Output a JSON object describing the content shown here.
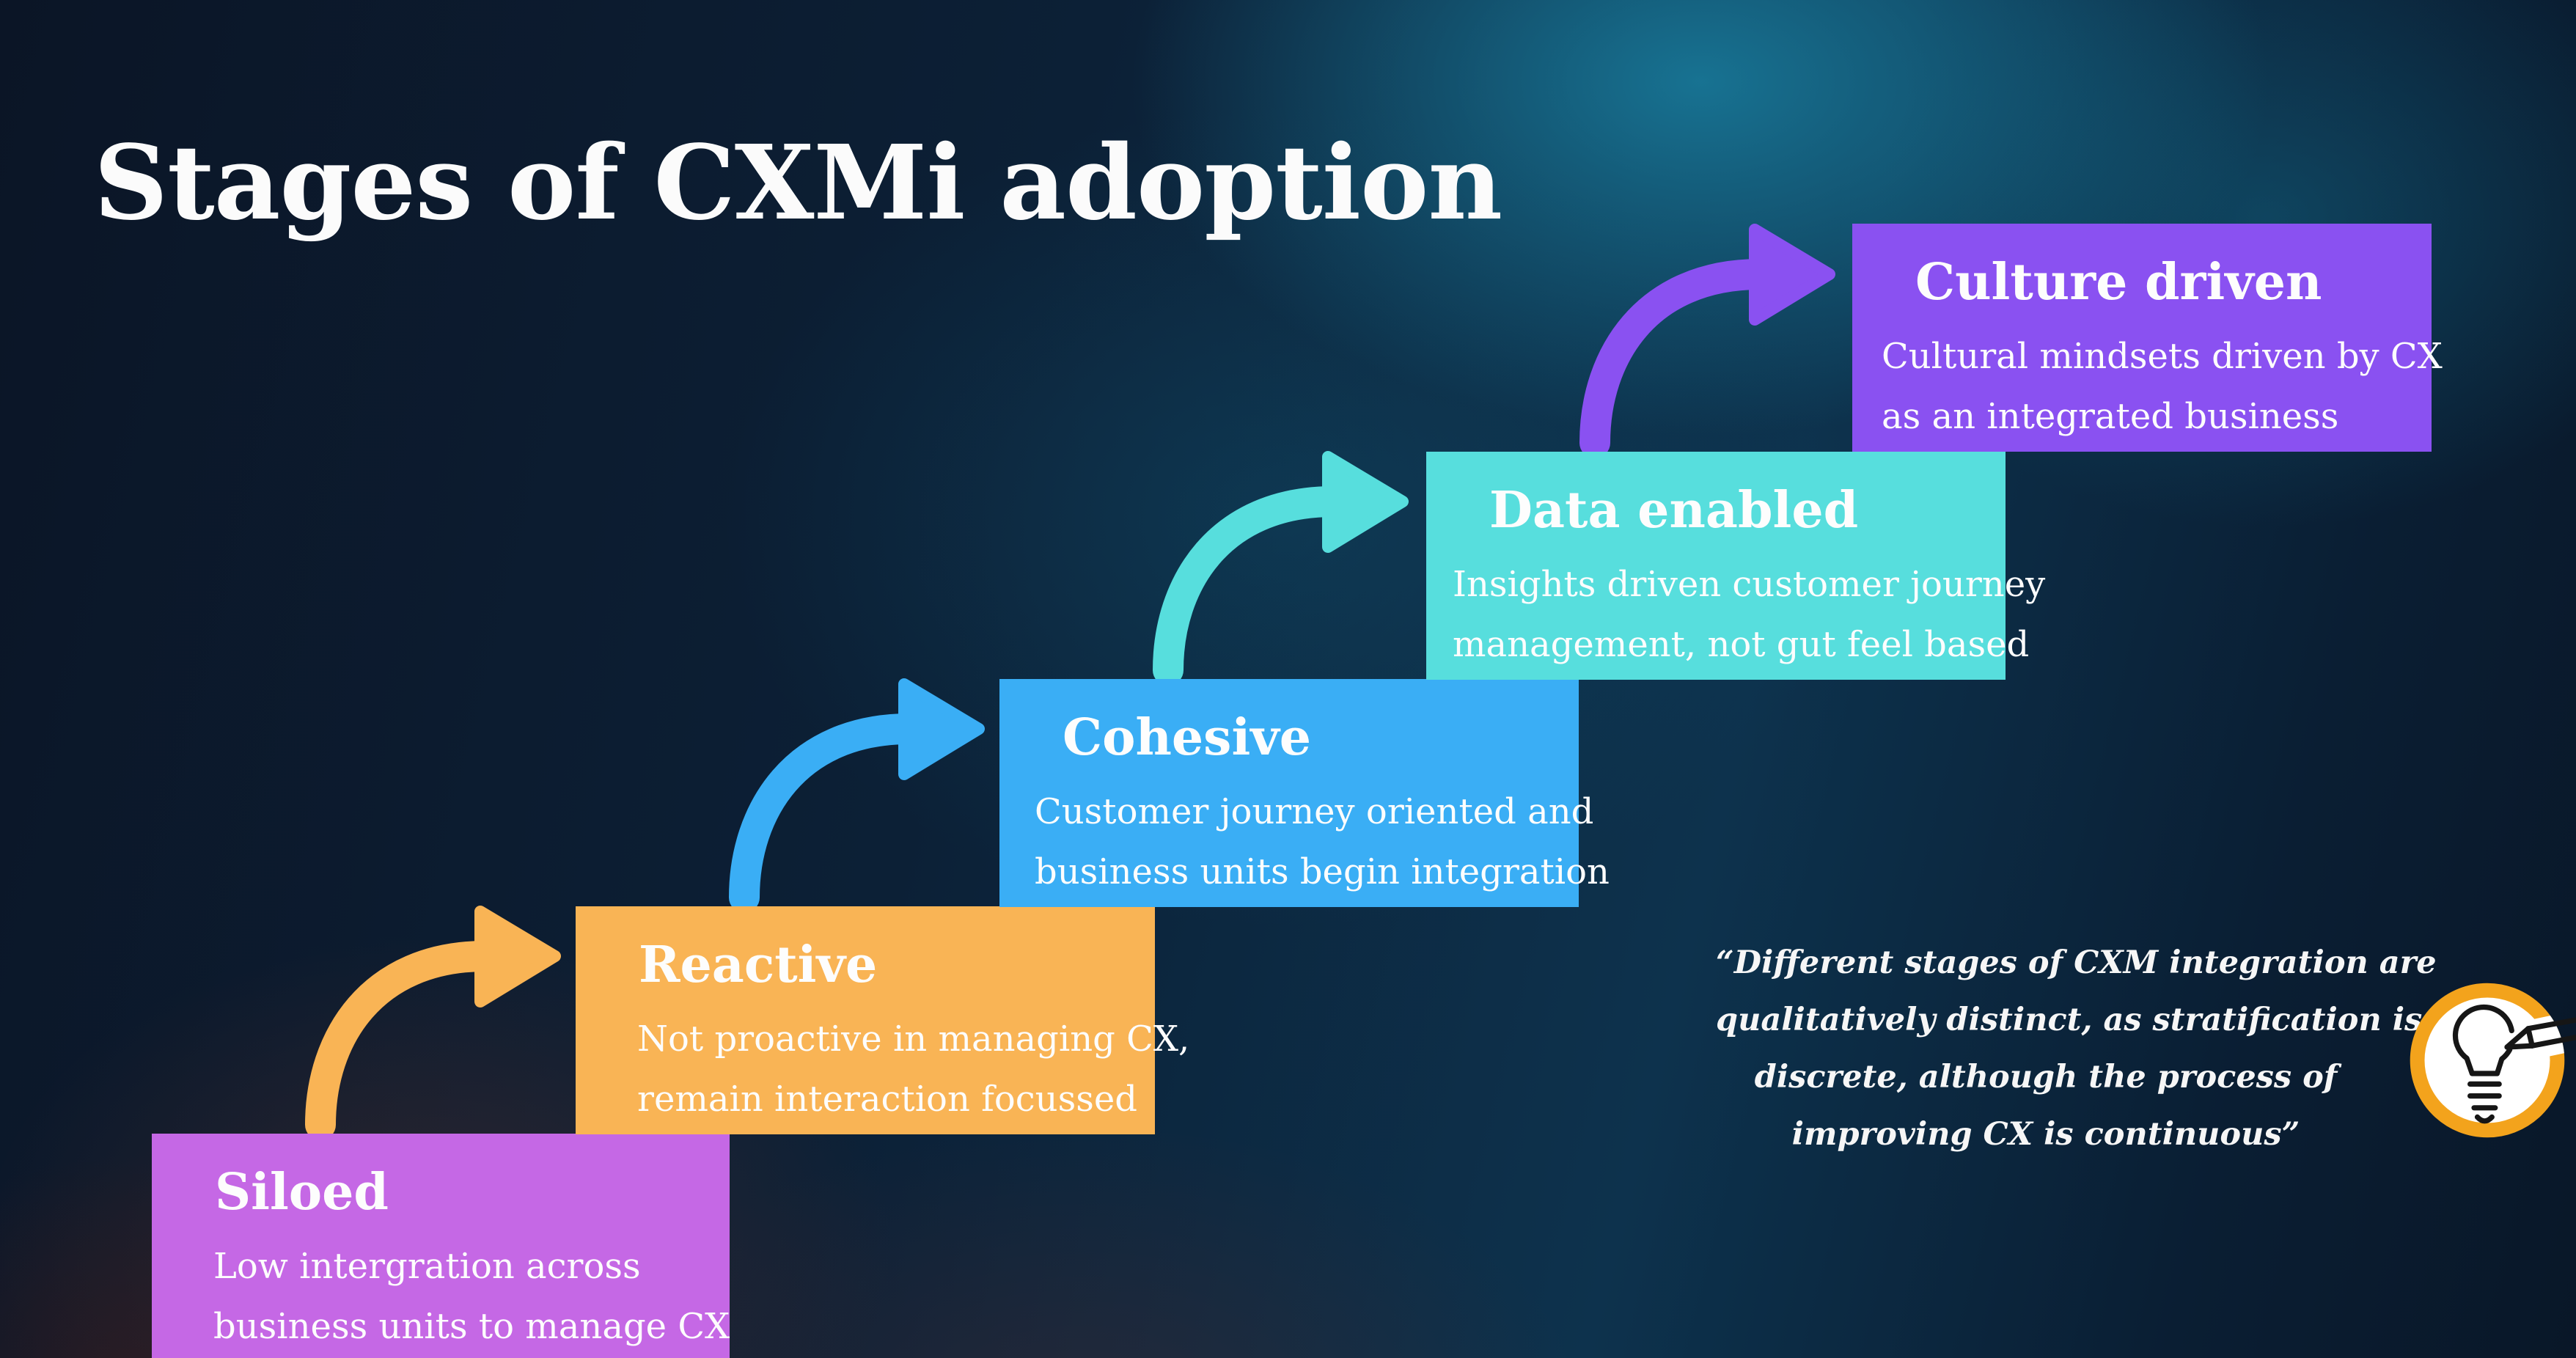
{
  "slide": {
    "title": "Stages of CXMi adoption",
    "background_colors": {
      "base_navy": "#0c2036",
      "teal_glow": "#15708e",
      "warm_bokeh": "#5c322c"
    }
  },
  "stages": [
    {
      "title": "Siloed",
      "color": "#c568e5",
      "lines": [
        "Low intergration across",
        "business units to manage CX"
      ]
    },
    {
      "title": "Reactive",
      "color": "#f9b455",
      "lines": [
        "Not proactive in managing CX,",
        "remain interaction focussed"
      ]
    },
    {
      "title": "Cohesive",
      "color": "#3aaef5",
      "lines": [
        "Customer journey oriented and",
        "business units begin integration"
      ]
    },
    {
      "title": "Data enabled",
      "color": "#57dedd",
      "lines": [
        "Insights driven customer journey",
        "management, not gut feel based"
      ]
    },
    {
      "title": "Culture driven",
      "color": "#8a51f1",
      "lines": [
        "Cultural mindsets driven by CX",
        "as an integrated business"
      ]
    }
  ],
  "arrows": [
    {
      "name": "arrow-siloed-to-reactive",
      "color": "#f9b455"
    },
    {
      "name": "arrow-reactive-to-cohesive",
      "color": "#3aaef5"
    },
    {
      "name": "arrow-cohesive-to-data-enabled",
      "color": "#57dedd"
    },
    {
      "name": "arrow-data-enabled-to-culture-driven",
      "color": "#8a51f1"
    }
  ],
  "quote": {
    "lines": [
      "“Different stages of CXM integration are",
      "qualitatively distinct, as stratification is",
      "discrete, although the process of",
      "improving CX is continuous”"
    ]
  },
  "icon": {
    "name": "lightbulb-pencil-icon",
    "ring_color": "#f3a31c",
    "stroke_color": "#161616",
    "fill": "#ffffff"
  }
}
